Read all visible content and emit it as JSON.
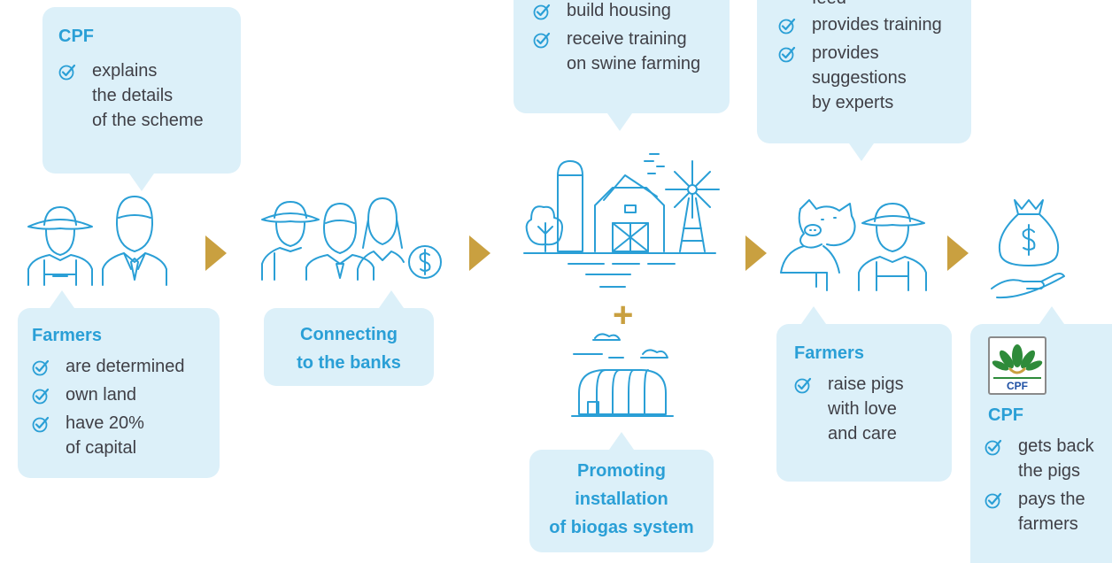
{
  "cpf_explain": {
    "title": "CPF",
    "items": [
      {
        "text": "explains\nthe details\nof the scheme"
      }
    ]
  },
  "farmers_left": {
    "title": "Farmers",
    "items": [
      {
        "text": "are determined"
      },
      {
        "text": "own land"
      },
      {
        "text": "have 20%\nof capital"
      }
    ]
  },
  "banks": {
    "title": "Connecting\nto the banks"
  },
  "housing": {
    "items": [
      {
        "text": "build housing"
      },
      {
        "text": "receive training\non swine farming"
      }
    ]
  },
  "biogas": {
    "title": "Promoting\ninstallation\nof biogas system"
  },
  "cpf_support": {
    "partial_text": "feed",
    "items": [
      {
        "text": "provides training"
      },
      {
        "text": "provides\nsuggestions\nby experts"
      }
    ]
  },
  "farmers_right": {
    "title": "Farmers",
    "items": [
      {
        "text": "raise pigs\nwith love\nand care"
      }
    ]
  },
  "cpf_final": {
    "logo_text": "CPF",
    "title": "CPF",
    "items": [
      {
        "text": "gets back\nthe pigs"
      },
      {
        "text": "pays the\nfarmers"
      }
    ]
  },
  "plus_sign": "+",
  "icons": [
    "farmer-icon",
    "businessman-icon",
    "people-money-icon",
    "farm-icon",
    "greenhouse-icon",
    "pig-farmer-icon",
    "money-hand-icon",
    "check-icon"
  ],
  "colors": {
    "bubble": "#dcf0f9",
    "title": "#2a9fd6",
    "arrow": "#c9a040",
    "icon": "#2a9fd6"
  }
}
